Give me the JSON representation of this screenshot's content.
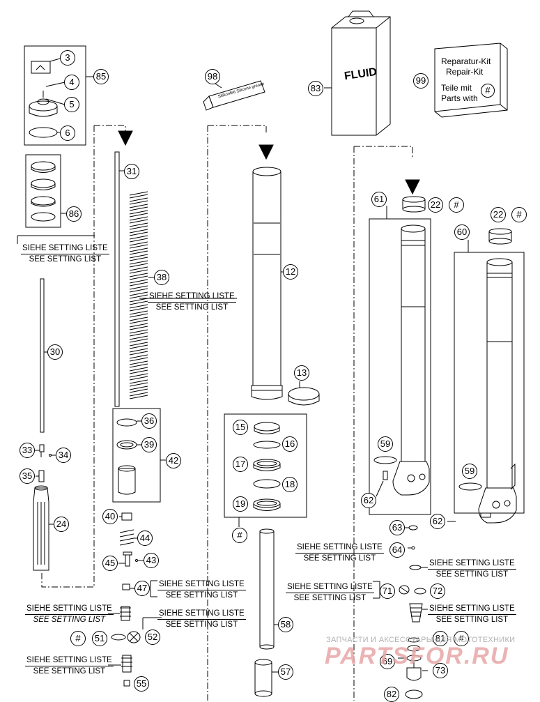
{
  "repair_kit": {
    "line1": "Reparatur-Kit",
    "line2": "Repair-Kit",
    "line3": "Teile mit",
    "line4": "Parts with"
  },
  "fluid_label": "FLUID",
  "grease_label": "Silikonfett Silicone grease",
  "setting": {
    "de": "SIEHE SETTING LISTE",
    "en": "SEE SETTING LIST"
  },
  "setting_italic": "SEE SETTING LIST",
  "hash": "#",
  "watermark_top": "ЗАПЧАСТИ И АКСЕССУАРЫ ДЛЯ МОТОТЕХНИКИ",
  "watermark_logo": "PARTSFOR.RU",
  "parts": {
    "p3": "3",
    "p4": "4",
    "p5": "5",
    "p6": "6",
    "p85": "85",
    "p86": "86",
    "p98": "98",
    "p83": "83",
    "p99": "99",
    "p31": "31",
    "p38": "38",
    "p30": "30",
    "p33": "33",
    "p34": "34",
    "p35": "35",
    "p24": "24",
    "p36": "36",
    "p39": "39",
    "p42": "42",
    "p40": "40",
    "p44": "44",
    "p45": "45",
    "p43": "43",
    "p47": "47",
    "p51": "51",
    "p52": "52",
    "p55": "55",
    "p12": "12",
    "p13": "13",
    "p15": "15",
    "p16": "16",
    "p17": "17",
    "p18": "18",
    "p19": "19",
    "p58": "58",
    "p57": "57",
    "p61": "61",
    "p22a": "22",
    "p22b": "22",
    "p60": "60",
    "p59a": "59",
    "p59b": "59",
    "p62a": "62",
    "p62b": "62",
    "p63": "63",
    "p64": "64",
    "p71": "71",
    "p72": "72",
    "p81": "81",
    "p69": "69",
    "p73": "73",
    "p82": "82"
  }
}
